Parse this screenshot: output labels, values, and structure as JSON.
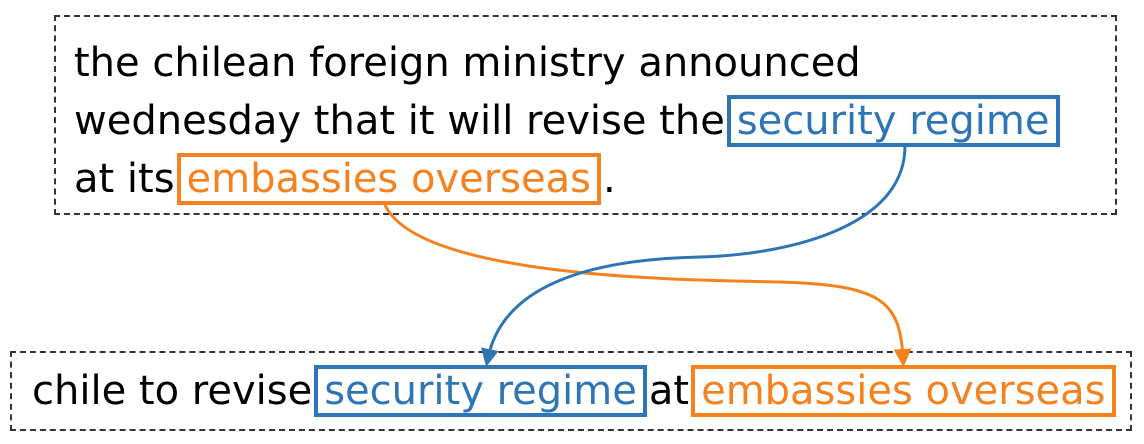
{
  "source": {
    "line1": "the chilean foreign ministry announced",
    "line2_prefix": "wednesday that it will revise the",
    "line2_span": "security regime",
    "line3_prefix": "at its",
    "line3_span": "embassies overseas",
    "line3_suffix": "."
  },
  "target": {
    "prefix": "chile to revise",
    "span1": "security regime",
    "middle": "at",
    "span2": "embassies overseas"
  },
  "colors": {
    "blue": "#2e75b6",
    "orange": "#f5821f",
    "dash": "#333333"
  }
}
